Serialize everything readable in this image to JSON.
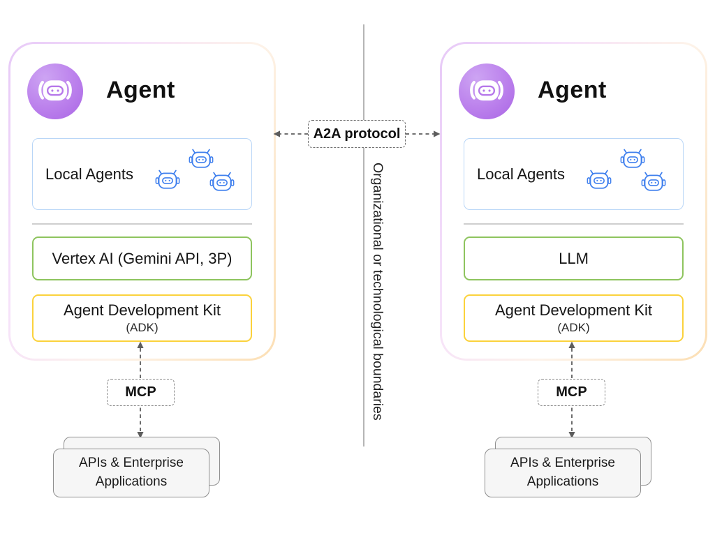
{
  "agents": [
    {
      "title": "Agent",
      "local_agents_label": "Local Agents",
      "model_label": "Vertex AI (Gemini API, 3P)",
      "adk_title": "Agent Development Kit",
      "adk_subtitle": "(ADK)",
      "mcp_label": "MCP",
      "apps_line1": "APIs & Enterprise",
      "apps_line2": "Applications"
    },
    {
      "title": "Agent",
      "local_agents_label": "Local Agents",
      "model_label": "LLM",
      "adk_title": "Agent Development Kit",
      "adk_subtitle": "(ADK)",
      "mcp_label": "MCP",
      "apps_line1": "APIs & Enterprise",
      "apps_line2": "Applications"
    }
  ],
  "center": {
    "a2a_label": "A2A protocol",
    "boundary_label": "Organizational or technological boundaries"
  },
  "icons": {
    "agent_avatar": "robot-head-icon",
    "local_agent": "robot-head-outline-icon"
  },
  "colors": {
    "card_border_gradient_start": "#e7c9f7",
    "card_border_gradient_end": "#fcdfb4",
    "avatar_purple": "#bb80ec",
    "robot_blue": "#4080ee",
    "local_box_border": "#b9d6f7",
    "model_box_border": "#8ec45e",
    "adk_box_border": "#fbd23c",
    "dashed_gray": "#8a8a8a",
    "apps_card_bg": "#f6f6f6",
    "boundary_line": "#b5b5b5",
    "text": "#151515"
  }
}
